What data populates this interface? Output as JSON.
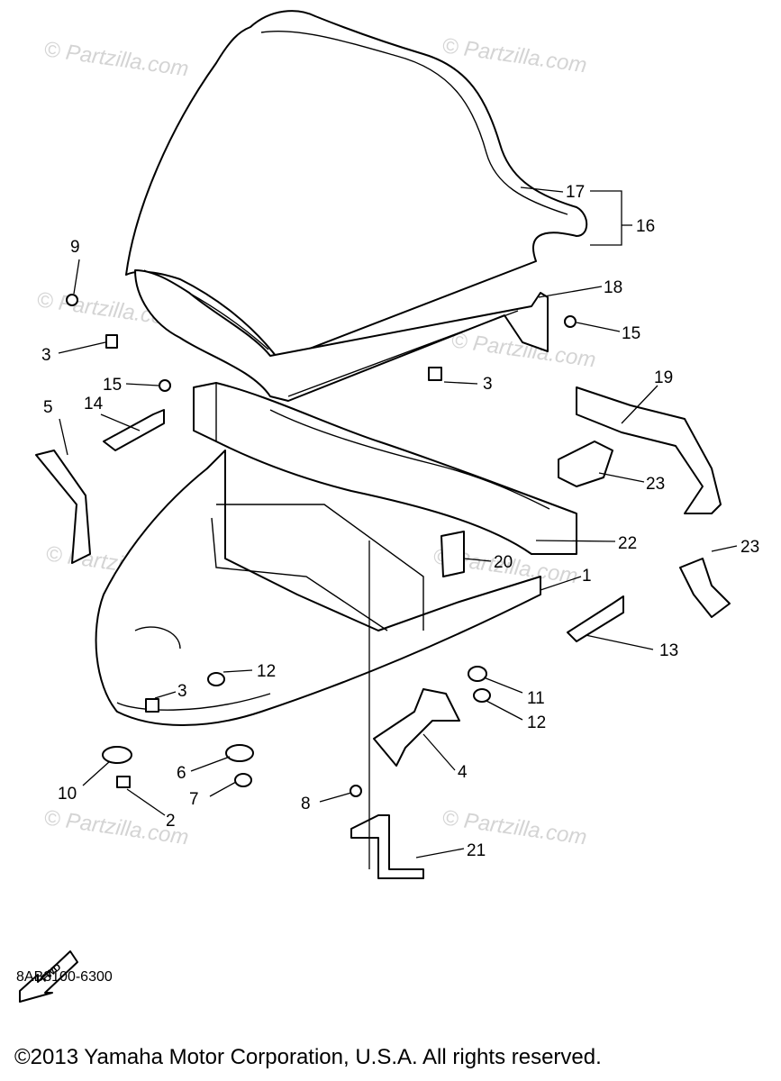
{
  "diagram": {
    "watermark": "© Partzilla.com",
    "fwd_label": "FWD",
    "part_code": "8AB3100-6300",
    "copyright": "©2013  Yamaha Motor Corporation, U.S.A. All rights reserved.",
    "callouts": [
      "1",
      "2",
      "3",
      "3",
      "3",
      "4",
      "5",
      "6",
      "7",
      "8",
      "9",
      "10",
      "11",
      "12",
      "12",
      "13",
      "14",
      "15",
      "15",
      "16",
      "17",
      "18",
      "19",
      "20",
      "21",
      "22",
      "23",
      "23"
    ]
  }
}
